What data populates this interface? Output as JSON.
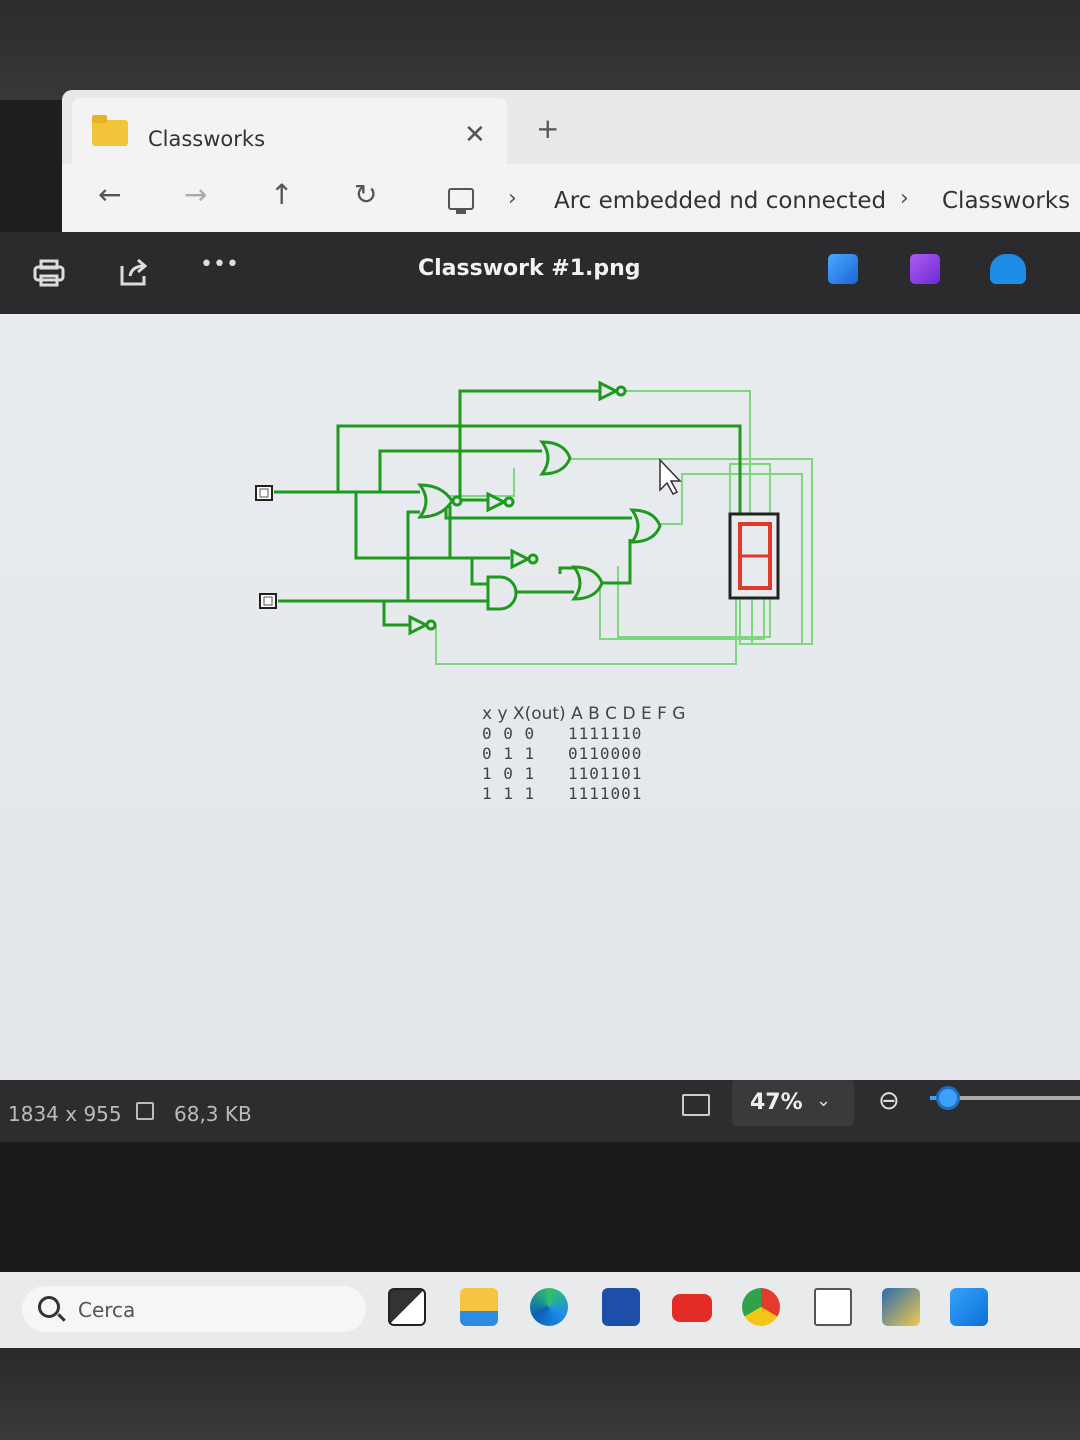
{
  "explorer": {
    "tab_label": "Classworks",
    "close_glyph": "✕",
    "new_tab_glyph": "+",
    "nav": {
      "back": "←",
      "forward": "→",
      "up": "↑",
      "refresh": "↻",
      "sep": "›"
    },
    "breadcrumb": [
      "Arc embedded nd connected",
      "Classworks"
    ]
  },
  "viewer": {
    "title": "Classwork #1.png",
    "more_glyph": "•••",
    "icons": [
      "print-icon",
      "share-icon",
      "more-icon",
      "edit-icon",
      "clipchamp-icon",
      "onedrive-icon"
    ]
  },
  "truth_table": {
    "header": "x y X(out)  A B C D E F G",
    "rows": [
      {
        "inputs": "0 0  0",
        "segments": "1111110"
      },
      {
        "inputs": "0 1  1",
        "segments": "0110000"
      },
      {
        "inputs": "1 0  1",
        "segments": "1101101"
      },
      {
        "inputs": "1 1  1",
        "segments": "1111001"
      }
    ]
  },
  "status": {
    "dimensions": "1834 x 955",
    "file_size": "68,3 KB",
    "zoom": "47%",
    "zoom_chevron": "⌄",
    "zoom_out_glyph": "⊖"
  },
  "taskbar": {
    "search_placeholder": "Cerca",
    "apps": [
      "task-view-icon",
      "file-explorer-icon",
      "edge-icon",
      "store-icon",
      "youtube-icon",
      "chrome-icon",
      "notepad-icon",
      "python-icon",
      "photos-icon"
    ]
  },
  "colors": {
    "wire": "#1f9a1f",
    "wire_light": "#7fd67f",
    "segment": "#e03b2a",
    "accent": "#3ca0ff"
  }
}
